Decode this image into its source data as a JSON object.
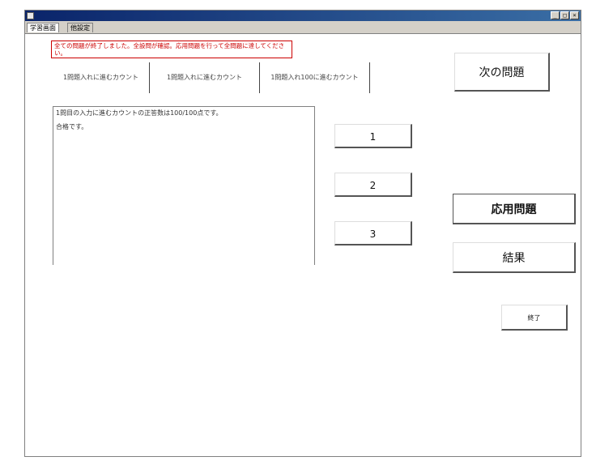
{
  "window": {
    "controls": [
      "_",
      "□",
      "×"
    ]
  },
  "tabs": [
    {
      "label": "学習画面"
    },
    {
      "label": "他設定"
    }
  ],
  "message": "全ての問題が終了しました。全設問が確認。応用問題を行って全問題に達してください。",
  "counters": [
    {
      "label": "1問題入れに進むカウント"
    },
    {
      "label": "1問題入れに進むカウント"
    },
    {
      "label": "1問題入れ100に進むカウント"
    }
  ],
  "main": {
    "line1": "1問目の入力に進むカウントの正答数は100/100点です。",
    "line2": "合格です。"
  },
  "buttons": {
    "next": "次の問題",
    "b1": "1",
    "b2": "2",
    "b3": "3",
    "apply": "応用問題",
    "result": "結果",
    "end": "終了"
  }
}
